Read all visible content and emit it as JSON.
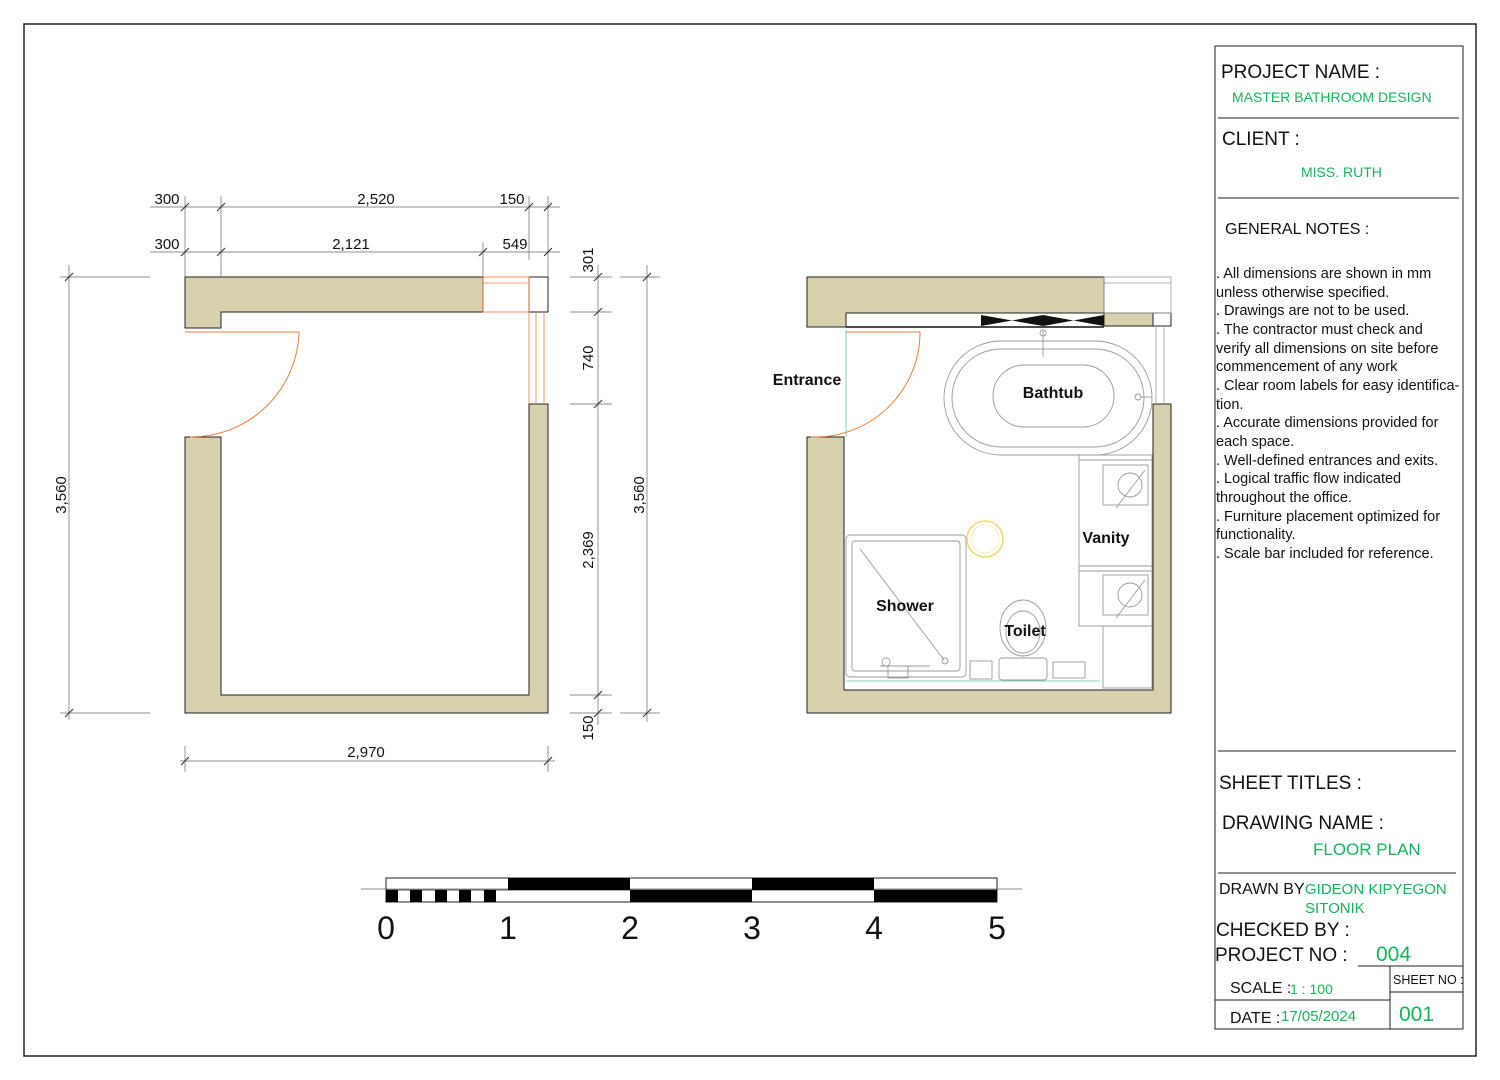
{
  "colors": {
    "wall": "#d8d1ad",
    "door": "#f07a3a",
    "accent": "#16b35a",
    "glass": "#7fd6c6",
    "fixture": "#9a9a9a"
  },
  "plan_left": {
    "dims_top_row1": [
      "300",
      "2,520",
      "150"
    ],
    "dims_top_row2": [
      "300",
      "2,121",
      "549"
    ],
    "dim_left": "3,560",
    "dims_right": [
      "301",
      "740",
      "2,369",
      "150"
    ],
    "dim_right_total": "3,560",
    "dim_bottom": "2,970"
  },
  "plan_right": {
    "labels": {
      "entrance": "Entrance",
      "bathtub": "Bathtub",
      "vanity": "Vanity",
      "shower": "Shower",
      "toilet": "Toilet"
    }
  },
  "scale_bar": {
    "labels": [
      "0",
      "1",
      "2",
      "3",
      "4",
      "5"
    ]
  },
  "title_block": {
    "project_name_label": "PROJECT NAME :",
    "project_name": "MASTER BATHROOM DESIGN",
    "client_label": "CLIENT :",
    "client": "MISS. RUTH",
    "general_notes_label": "GENERAL NOTES :",
    "notes": [
      " . All dimensions are shown in mm",
      "unless otherwise specified.",
      " . Drawings are not to be used.",
      ". The contractor must check and",
      "verify all dimensions on site before",
      "commencement of any work",
      ". Clear room labels for easy identifica-",
      "tion.",
      ". Accurate dimensions provided for",
      "each space.",
      ". Well-defined entrances and exits.",
      ". Logical traffic flow indicated",
      "throughout the office.",
      ". Furniture placement optimized for",
      "functionality.",
      ". Scale bar included for reference."
    ],
    "sheet_titles_label": "SHEET  TITLES :",
    "drawing_name_label": "DRAWING NAME :",
    "drawing_name": "FLOOR PLAN",
    "drawn_by_label": "DRAWN BY",
    "drawn_by_line1": "GIDEON KIPYEGON",
    "drawn_by_line2": "SITONIK",
    "checked_by_label": "CHECKED BY :",
    "project_no_label": "PROJECT NO :",
    "project_no": "004",
    "scale_label": "SCALE :",
    "scale": "1 : 100",
    "date_label": "DATE :",
    "date": "17/05/2024",
    "sheet_no_label": "SHEET NO :",
    "sheet_no": "001"
  }
}
